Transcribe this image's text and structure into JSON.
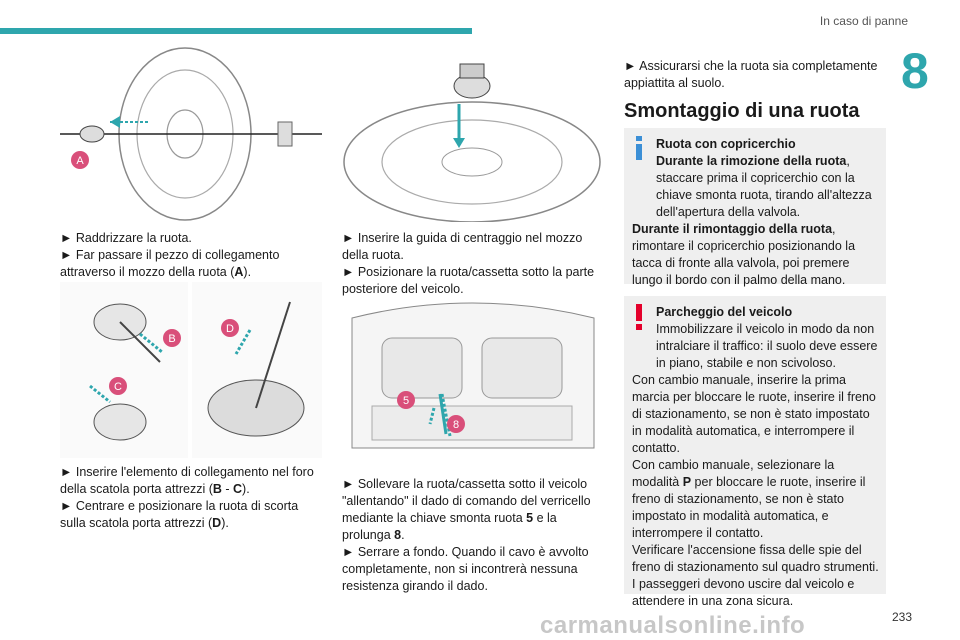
{
  "header": {
    "title": "In caso di panne",
    "chapter": "8",
    "page_number": "233"
  },
  "col1": {
    "fig1_label": "A",
    "p1_line1": "► Raddrizzare la ruota.",
    "p1_line2": "► Far passare il pezzo di collegamento attraverso il mozzo della ruota (",
    "p1_bold": "A",
    "p1_end": ").",
    "fig2_labels": [
      "B",
      "C",
      "D"
    ],
    "p2_line1": "► Inserire l'elemento di collegamento nel foro della scatola porta attrezzi (",
    "p2_b": "B",
    "p2_sep": " - ",
    "p2_c": "C",
    "p2_end1": ").",
    "p2_line2": "► Centrare e posizionare la ruota di scorta sulla scatola porta attrezzi (",
    "p2_d": "D",
    "p2_end2": ")."
  },
  "col2": {
    "p1_line1": "► Inserire la guida di centraggio nel mozzo della ruota.",
    "p1_line2": "► Posizionare la ruota/cassetta sotto la parte posteriore del veicolo.",
    "fig_labels": [
      "5",
      "8"
    ],
    "p2_a": "► Sollevare la ruota/cassetta sotto il veicolo \"allentando\" il dado di comando del verricello mediante la chiave smonta ruota ",
    "p2_5": "5",
    "p2_b": " e la prolunga ",
    "p2_8": "8",
    "p2_c": ".",
    "p3": "► Serrare a fondo. Quando il cavo è avvolto completamente, non si incontrerà nessuna resistenza girando il dado."
  },
  "col3": {
    "intro": "► Assicurarsi che la ruota sia completamente appiattita al suolo.",
    "heading": "Smontaggio di una ruota",
    "info_box": {
      "title": "Ruota con copricerchio",
      "sub1": "Durante la rimozione della ruota",
      "text1": ", staccare prima il copricerchio con la chiave smonta ruota, tirando all'altezza dell'apertura della valvola.",
      "sub2": "Durante il rimontaggio della ruota",
      "text2": ", rimontare il copricerchio posizionando la tacca di fronte alla valvola, poi premere lungo il bordo con il palmo della mano."
    },
    "warn_box": {
      "title": "Parcheggio del veicolo",
      "line1": "Immobilizzare il veicolo in modo da non intralciare il traffico: il suolo deve essere in piano, stabile e non scivoloso.",
      "line2": "Con cambio manuale, inserire la prima marcia per bloccare le ruote, inserire il freno di stazionamento, se non è stato impostato in modalità automatica, e interrompere il contatto.",
      "line3a": "Con cambio manuale, selezionare la modalità ",
      "line3p": "P",
      "line3b": " per bloccare le ruote, inserire il freno di stazionamento, se non è stato impostato in modalità automatica, e interrompere il contatto.",
      "line4": "Verificare l'accensione fissa delle spie del freno di stazionamento sul quadro strumenti.",
      "line5": "I passeggeri devono uscire dal veicolo e attendere in una zona sicura."
    }
  },
  "watermark": "carmanualsonline.info",
  "colors": {
    "accent": "#2ea6ad",
    "badge": "#d94f7a",
    "warning": "#e4002b",
    "info": "#3b8fd6"
  }
}
